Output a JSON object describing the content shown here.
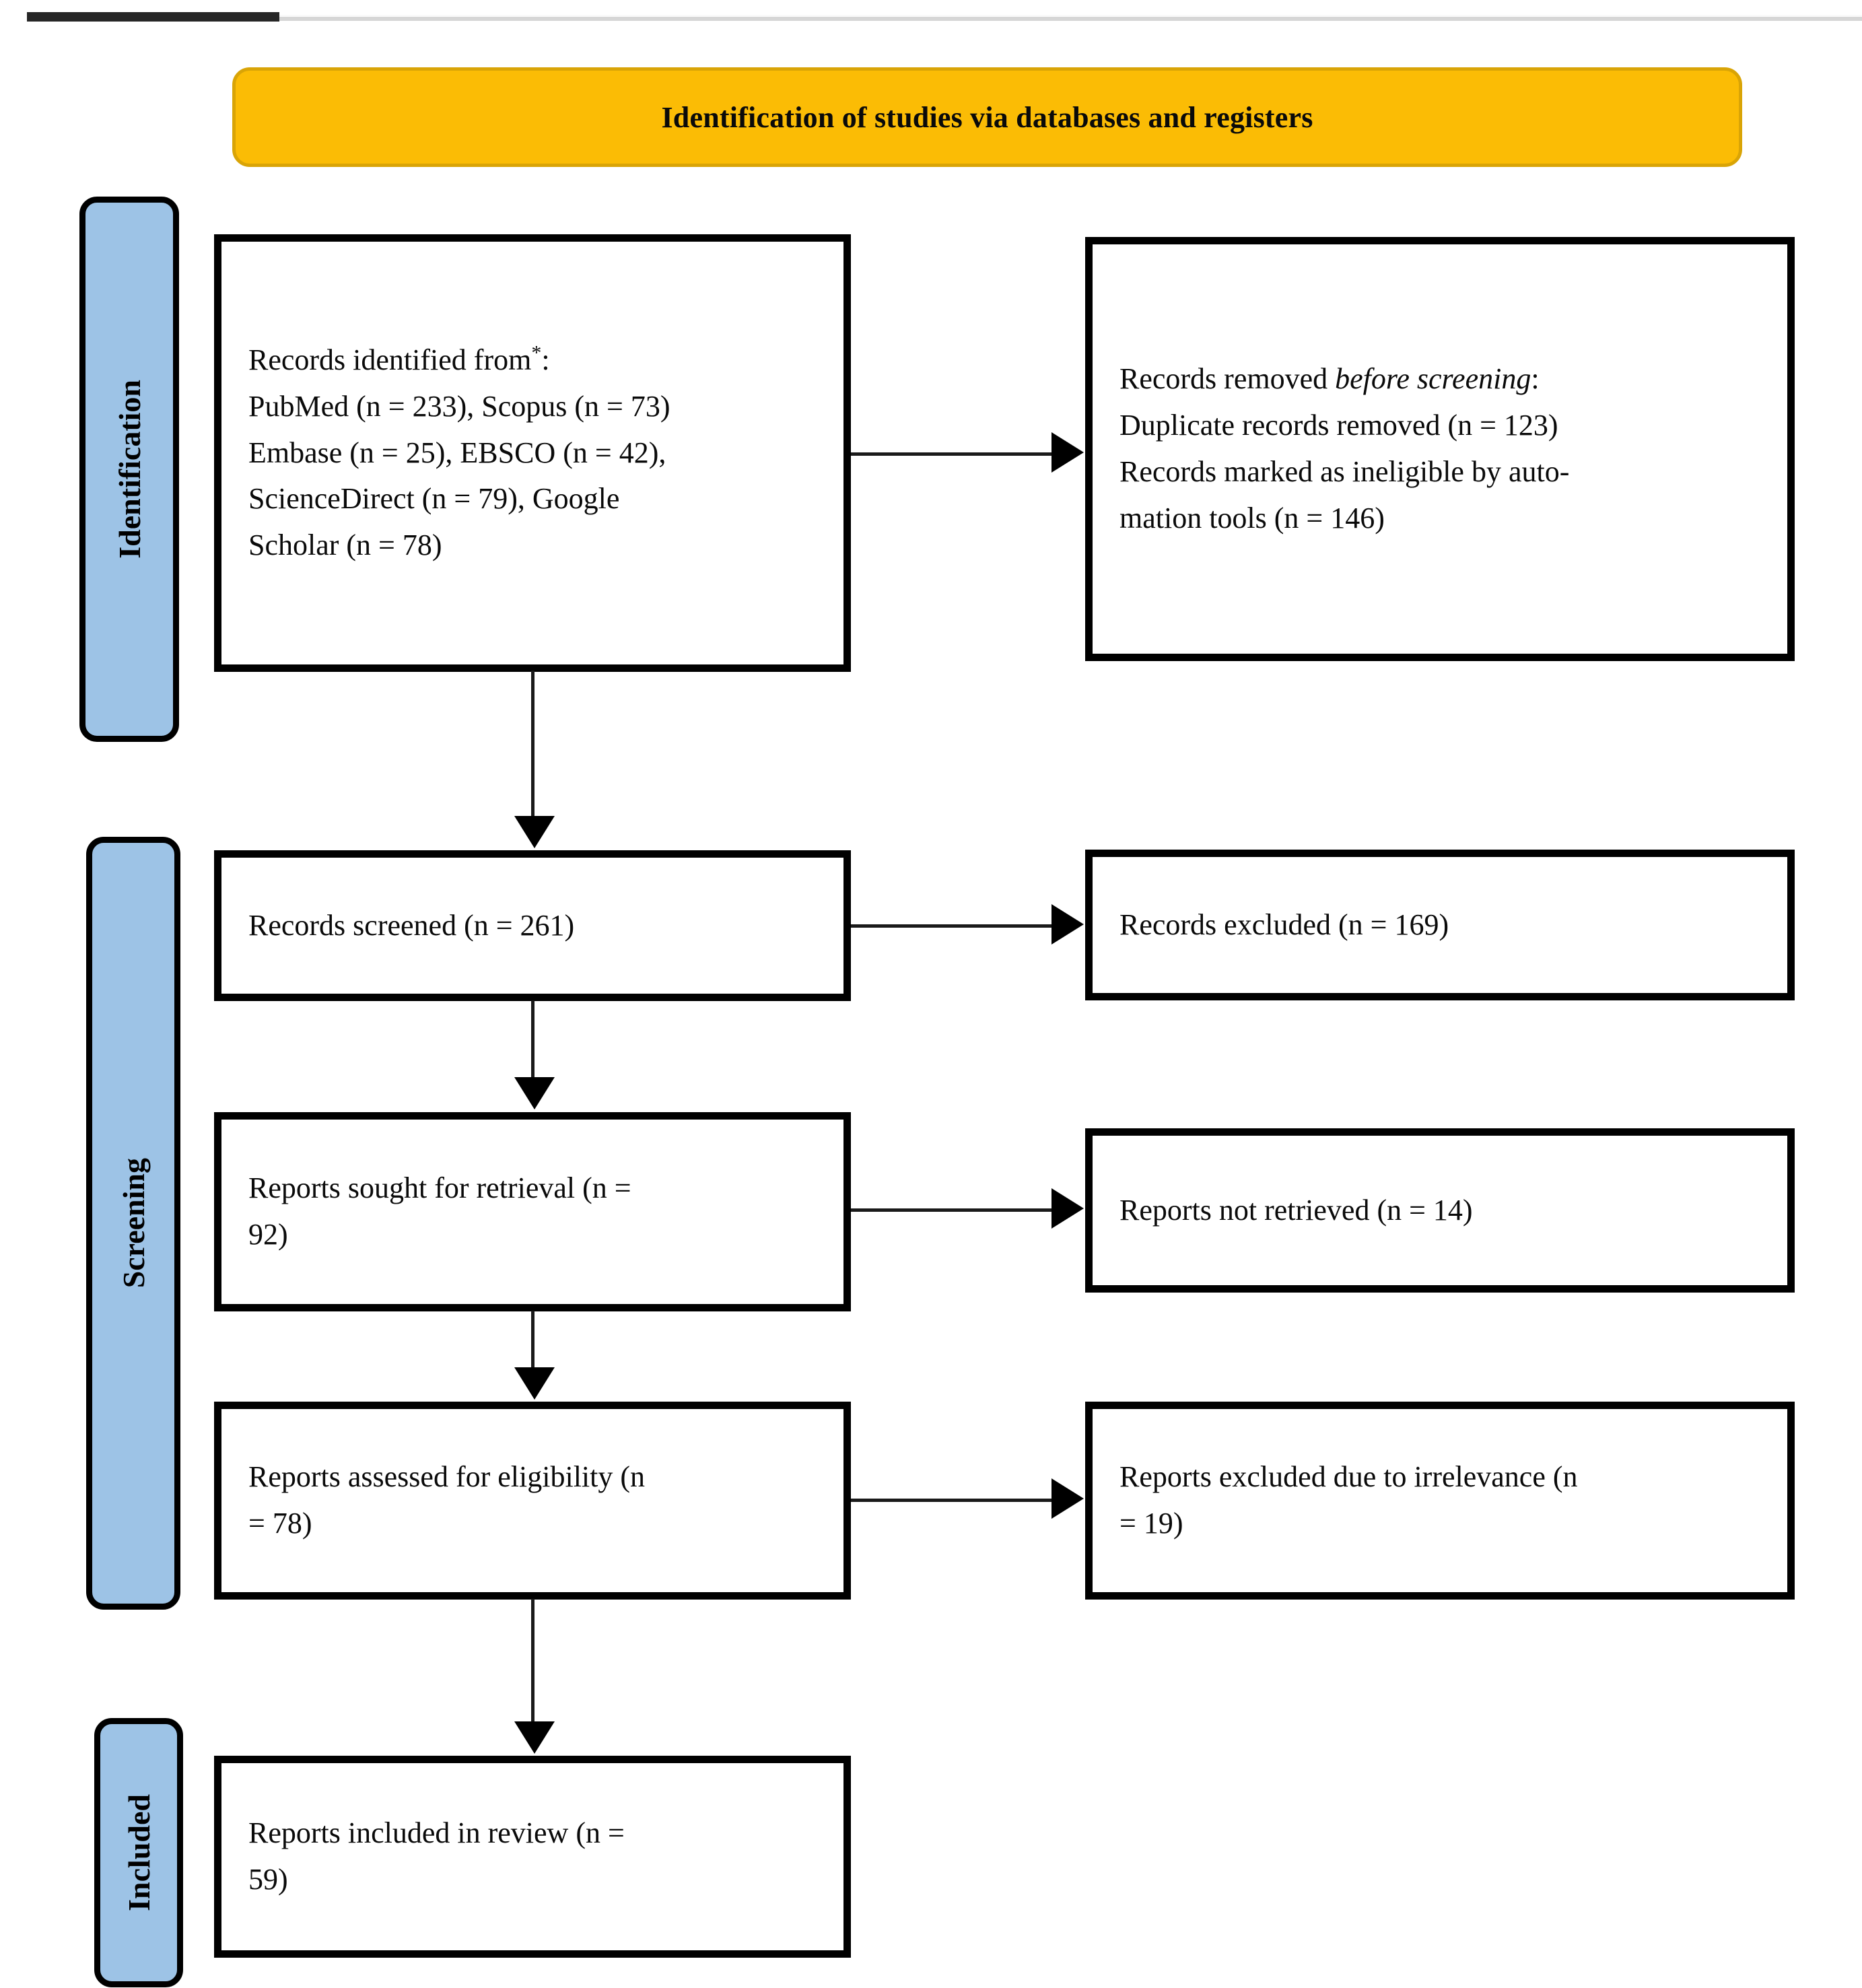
{
  "banner": {
    "title": "Identification of studies via databases and registers"
  },
  "stages": [
    {
      "id": "identification",
      "label": "Identification"
    },
    {
      "id": "screening",
      "label": "Screening"
    },
    {
      "id": "included",
      "label": "Included"
    }
  ],
  "boxes": {
    "identified": {
      "line1": "Records identified from",
      "line1_sup": "*",
      "line1_colon": ":",
      "line2": "PubMed (n = 233), Scopus (n = 73)",
      "line3": "Embase (n = 25), EBSCO (n = 42),",
      "line4": "ScienceDirect (n = 79), Google",
      "line5": "Scholar (n = 78)"
    },
    "removed": {
      "line1_a": "Records removed ",
      "line1_italic": "before screening",
      "line1_b": ":",
      "line2": "Duplicate records removed (n = 123)",
      "line3": "Records marked as ineligible by auto-",
      "line4": "mation tools (n = 146)"
    },
    "screened": {
      "line1": "Records screened (n = 261)"
    },
    "excluded": {
      "line1": "Records excluded (n = 169)"
    },
    "sought": {
      "line1": "Reports sought for retrieval (n =",
      "line2": "92)"
    },
    "not_retrieved": {
      "line1": "Reports not retrieved (n = 14)"
    },
    "assessed": {
      "line1": "Reports assessed for eligibility (n",
      "line2": "= 78)"
    },
    "irrelevance": {
      "line1": "Reports excluded due to irrelevance (n",
      "line2": "= 19)"
    },
    "included": {
      "line1": "Reports included in review (n =",
      "line2": "59)"
    }
  },
  "counts": {
    "pubmed": 233,
    "scopus": 73,
    "embase": 25,
    "ebsco": 42,
    "sciencedirect": 79,
    "google_scholar": 78,
    "duplicates_removed": 123,
    "ineligible_automation": 146,
    "records_screened": 261,
    "records_excluded": 169,
    "reports_sought": 92,
    "reports_not_retrieved": 14,
    "reports_assessed": 78,
    "reports_excluded_irrelevance": 19,
    "reports_included": 59
  },
  "colors": {
    "banner_fill": "#FBBC05",
    "banner_border": "#D9A406",
    "stage_fill": "#9DC3E6",
    "box_border": "#000000",
    "text": "#0A0A0A"
  }
}
